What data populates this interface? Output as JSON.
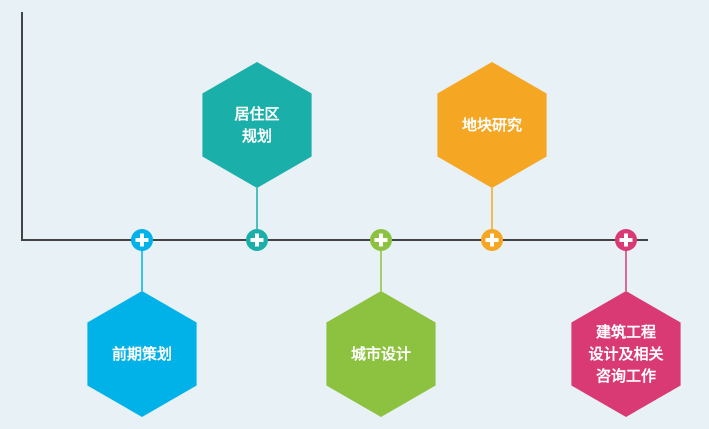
{
  "nodes": [
    {
      "id": "qianqi",
      "lines": [
        "前期策划"
      ],
      "color": "#00b2e8",
      "side": "below"
    },
    {
      "id": "juzhuqu",
      "lines": [
        "居住区",
        "规划"
      ],
      "color": "#1aafa9",
      "side": "above"
    },
    {
      "id": "chengshi",
      "lines": [
        "城市设计"
      ],
      "color": "#8cc23f",
      "side": "below"
    },
    {
      "id": "dikuai",
      "lines": [
        "地块研究"
      ],
      "color": "#f5a623",
      "side": "above"
    },
    {
      "id": "jianzhu",
      "lines": [
        "建筑工程",
        "设计及相关",
        "咨询工作"
      ],
      "color": "#d93a74",
      "side": "below"
    }
  ],
  "colors": {
    "axis": "#444444",
    "background": "#e8f1f5"
  }
}
